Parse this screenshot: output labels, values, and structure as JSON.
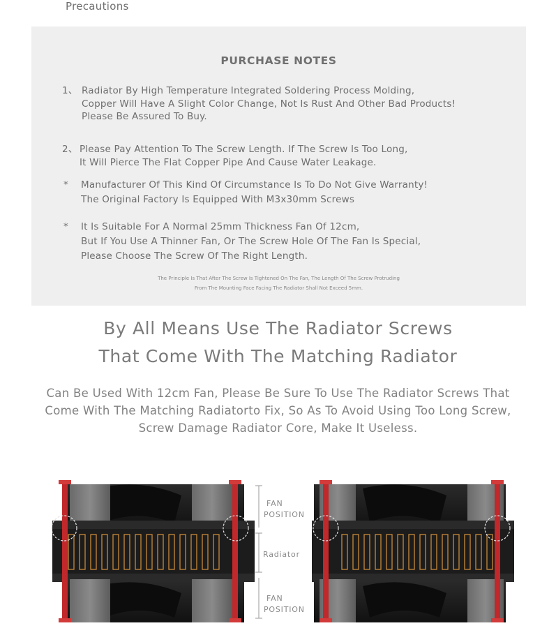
{
  "header": {
    "title": "Precautions"
  },
  "notes": {
    "title": "PURCHASE NOTES",
    "items": [
      {
        "marker": "1、",
        "lines": [
          "Radiator By High Temperature Integrated Soldering Process Molding,",
          "Copper Will Have A Slight Color Change, Not Is Rust And Other Bad Products!",
          "Please Be Assured To Buy."
        ]
      },
      {
        "marker": "2、",
        "lines": [
          "Please Pay Attention To The Screw Length. If The Screw Is Too Long,",
          "It Will Pierce The Flat Copper Pipe And Cause Water Leakage."
        ]
      },
      {
        "marker": "*",
        "lines": [
          "Manufacturer Of This Kind Of Circumstance Is To Do Not Give Warranty!",
          "The Original Factory Is Equipped With M3x30mm Screws"
        ]
      },
      {
        "marker": "*",
        "lines": [
          "It Is Suitable For A Normal 25mm Thickness Fan Of 12cm,",
          "But If You Use A Thinner Fan, Or The Screw Hole Of The Fan Is Special,",
          "Please Choose The Screw Of The Right Length."
        ]
      }
    ],
    "footnote": [
      "The Principle Is That After The Screw Is Tightened On The Fan, The Length Of The Screw Protruding",
      "From The Mounting Face Facing The Radiator Shall Not Exceed 5mm."
    ]
  },
  "headline": [
    "By All Means Use The Radiator Screws",
    "That Come With The Matching Radiator"
  ],
  "description": [
    "Can Be Used With 12cm Fan, Please Be Sure To Use The Radiator Screws That",
    "Come With The Matching Radiatorto Fix, So As To Avoid Using Too Long Screw,",
    "Screw Damage Radiator Core, Make It Useless."
  ],
  "diagram": {
    "label_fan_top": [
      "FAN",
      "POSITION"
    ],
    "label_radiator": "Radiator",
    "label_fan_bottom": [
      "FAN",
      "POSITION"
    ],
    "colors": {
      "screw": "#c0282b",
      "body": "#3a3a3a",
      "fin": "#c98a3a",
      "dark": "#1e1e1e"
    }
  }
}
